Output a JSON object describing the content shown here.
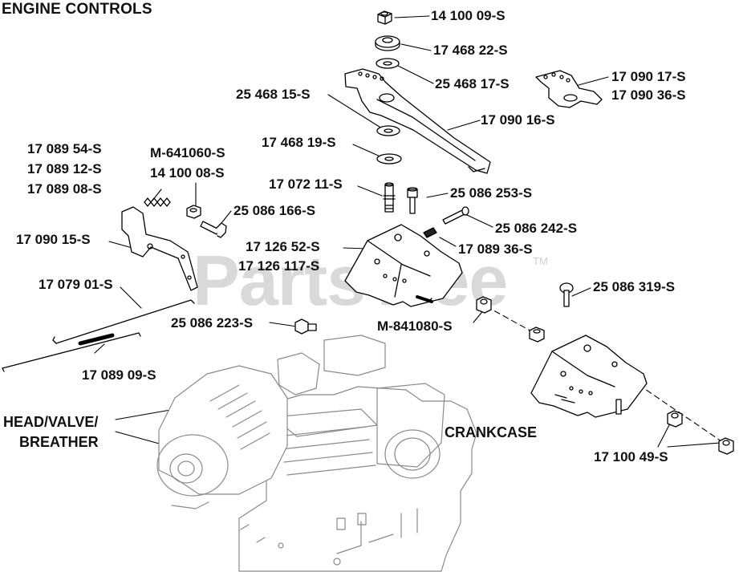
{
  "title": "ENGINE CONTROLS",
  "watermark": {
    "text": "PartsTree",
    "mark": "TM"
  },
  "labels": {
    "p14100_09": "14 100 09-S",
    "p17468_22": "17 468 22-S",
    "p25468_17": "25 468 17-S",
    "p17090_17": "17 090 17-S",
    "p17090_36": "17 090 36-S",
    "p25468_15": "25 468 15-S",
    "p17090_16": "17 090 16-S",
    "p17468_19": "17 468 19-S",
    "p17089_54": "17 089 54-S",
    "p17089_12": "17 089 12-S",
    "p17089_08": "17 089 08-S",
    "pM641060": "M-641060-S",
    "p14100_08": "14 100 08-S",
    "p17072_11": "17 072 11-S",
    "p25086_253": "25 086 253-S",
    "p25086_166": "25 086 166-S",
    "p25086_242": "25 086 242-S",
    "p17090_15": "17 090 15-S",
    "p17126_52": "17 126 52-S",
    "p17089_36": "17 089 36-S",
    "p17126_117": "17 126 117-S",
    "p17079_01": "17 079 01-S",
    "p25086_319": "25 086 319-S",
    "p25086_223": "25 086 223-S",
    "pM841080": "M-841080-S",
    "p17089_09": "17 089 09-S",
    "head_line1": "HEAD/VALVE/",
    "head_line2": "BREATHER",
    "crankcase": "CRANKCASE",
    "p17100_49": "17 100 49-S"
  }
}
